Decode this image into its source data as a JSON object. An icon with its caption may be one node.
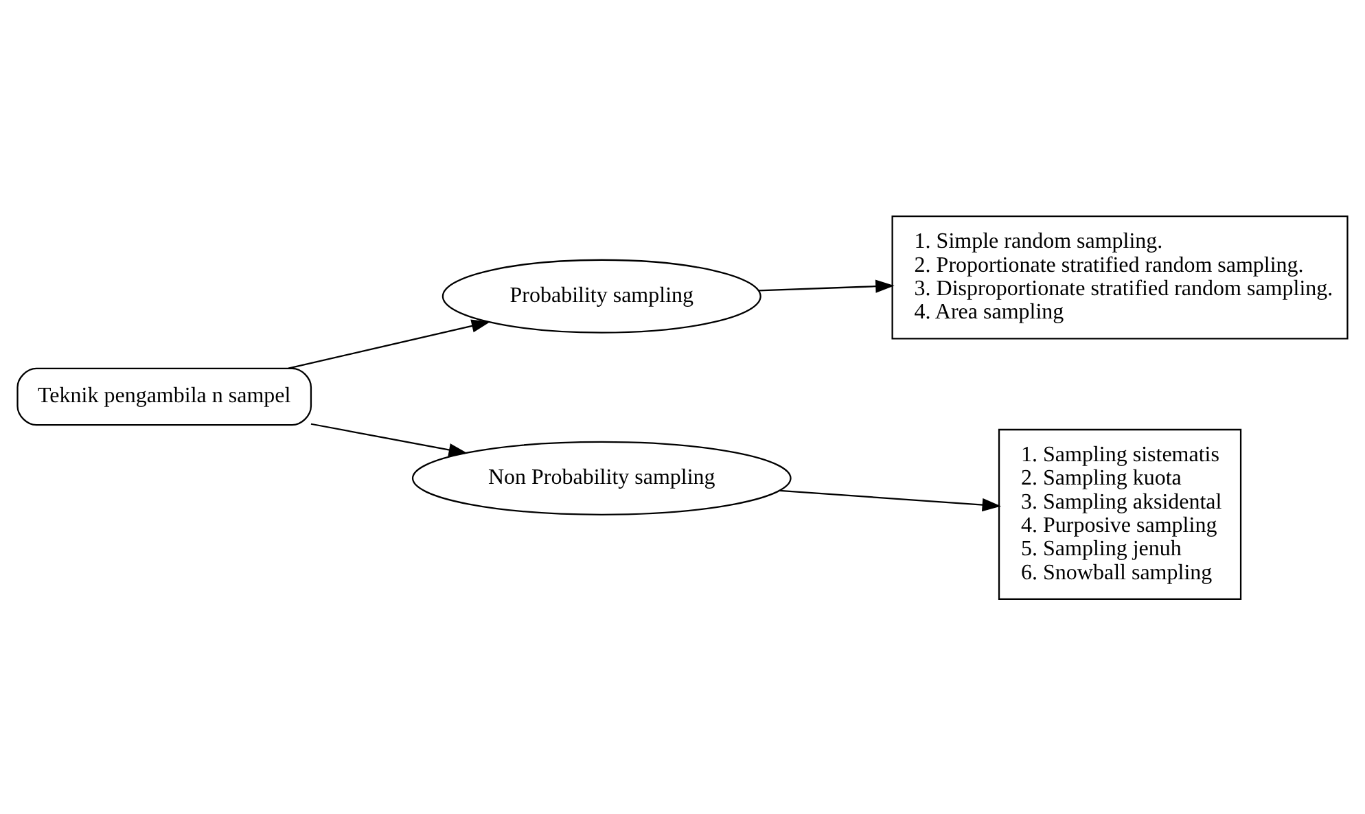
{
  "diagram": {
    "nodes": [
      {
        "text": [
          "Teknik pengambila n sampel"
        ]
      },
      {
        "text": [
          "Probability sampling"
        ]
      },
      {
        "text": [
          "1. Simple random sampling.",
          "2. Proportionate stratified random sampling.",
          "3. Disproportionate stratified random sampling.",
          "4. Area sampling"
        ]
      },
      {
        "text": [
          "Non Probability sampling"
        ]
      },
      {
        "text": [
          "1. Sampling sistematis",
          "2. Sampling kuota",
          "3. Sampling aksidental",
          "4. Purposive sampling",
          "5. Sampling jenuh",
          "6. Snowball sampling"
        ]
      }
    ],
    "edges": [
      {
        "from": 0,
        "to": 1,
        "arrow": "to"
      },
      {
        "from": 1,
        "to": 2,
        "arrow": "to"
      },
      {
        "from": 0,
        "to": 3,
        "arrow": "to"
      },
      {
        "from": 3,
        "to": 4,
        "arrow": "to"
      }
    ]
  }
}
